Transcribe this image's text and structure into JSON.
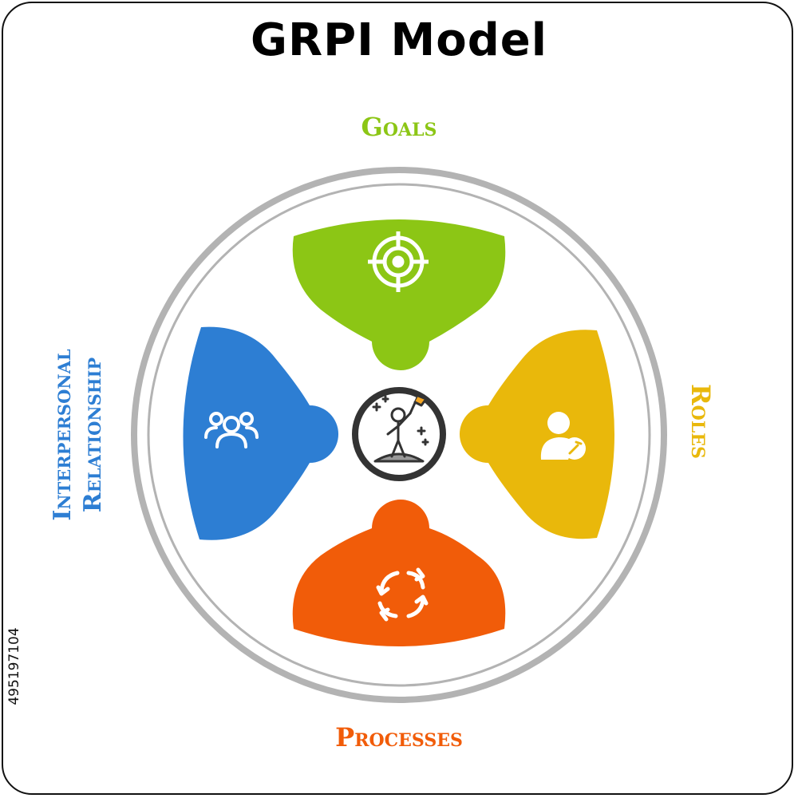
{
  "title": "GRPI Model",
  "stock_id": "495197104",
  "colors": {
    "goals": "#8cc615",
    "roles": "#e9b80b",
    "processes": "#f15c09",
    "interpersonal": "#2d7ed3",
    "ring": "#b3b3b3",
    "center_ring": "#333333"
  },
  "sections": {
    "goals": {
      "label": "Goals",
      "icon": "target-icon"
    },
    "roles": {
      "label": "Roles",
      "icon": "user-wrench-icon"
    },
    "processes": {
      "label": "Processes",
      "icon": "cycle-arrows-icon"
    },
    "interpersonal": {
      "label_line1": "Interpersonal",
      "label_line2": "Relationship",
      "icon": "group-icon"
    }
  },
  "center": {
    "icon": "climber-flag-icon"
  }
}
